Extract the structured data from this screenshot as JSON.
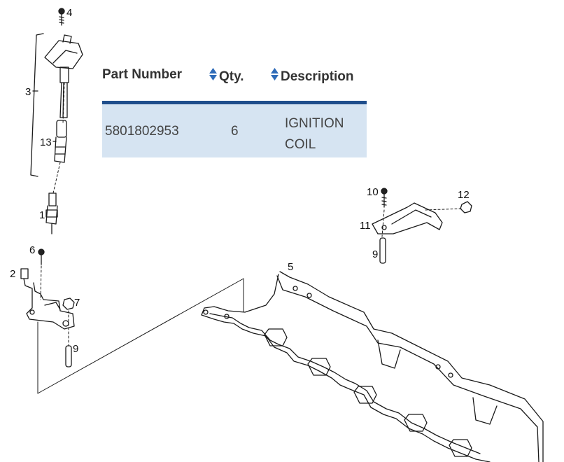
{
  "table": {
    "headers": {
      "part_number": "Part Number",
      "qty": "Qty.",
      "description": "Description"
    },
    "rows": [
      {
        "part_number": "5801802953",
        "qty": "6",
        "description": "IGNITION COIL"
      }
    ],
    "header_rule_color": "#1f4e8c",
    "row_bg_color": "#d6e4f2",
    "sort_icon": "sort-arrows-icon"
  },
  "callouts": {
    "c4": "4",
    "c3": "3",
    "c13": "13",
    "c1": "1",
    "c6": "6",
    "c2": "2",
    "c7": "7",
    "c9a": "9",
    "c5": "5",
    "c10": "10",
    "c12": "12",
    "c11": "11",
    "c9b": "9"
  }
}
